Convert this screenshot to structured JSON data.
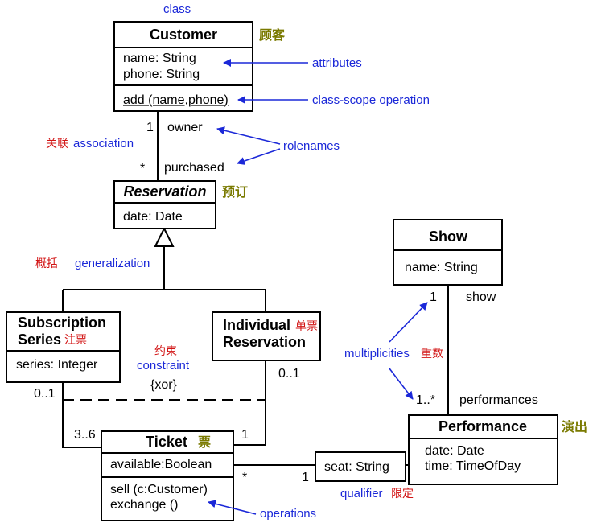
{
  "labels": {
    "class": "class",
    "attributes": "attributes",
    "class_scope_operation": "class-scope operation",
    "rolenames": "rolenames",
    "association": "association",
    "association_cn": "关联",
    "generalization": "generalization",
    "generalization_cn": "概括",
    "constraint": "constraint",
    "constraint_cn": "约束",
    "multiplicities": "multiplicities",
    "multiplicities_cn": "重数",
    "qualifier": "qualifier",
    "qualifier_cn": "限定",
    "operations": "operations"
  },
  "classes": {
    "customer": {
      "name": "Customer",
      "cn": "顾客",
      "attr1": "name: String",
      "attr2": "phone: String",
      "op1": "add (name,phone)"
    },
    "reservation": {
      "name": "Reservation",
      "cn": "预订",
      "attr1": "date: Date"
    },
    "subscription": {
      "name1": "Subscription",
      "name2": "Series",
      "cn": "注票",
      "attr1": "series: Integer"
    },
    "individual": {
      "name1": "Individual",
      "name2": "Reservation",
      "cn": "单票"
    },
    "ticket": {
      "name": "Ticket",
      "cn": "票",
      "attr1": "available:Boolean",
      "op1": "sell (c:Customer)",
      "op2": "exchange ()"
    },
    "show": {
      "name": "Show",
      "attr1": "name: String"
    },
    "performance": {
      "name": "Performance",
      "cn": "演出",
      "attr1": "date: Date",
      "attr2": "time: TimeOfDay"
    }
  },
  "qualifier_box": {
    "text": "seat: String"
  },
  "association_ends": {
    "owner_mult": "1",
    "owner_role": "owner",
    "purchased_mult": "*",
    "purchased_role": "purchased",
    "sub_mult": "0..1",
    "sub_ticket_mult": "3..6",
    "ind_mult": "0..1",
    "ind_ticket_mult": "1",
    "show_mult": "1",
    "show_role": "show",
    "perf_mult": "1..*",
    "perf_role": "performances",
    "ticket_perf_mult": "*",
    "perf_ticket_mult": "1"
  },
  "xor_text": "{xor}",
  "colors": {
    "annotation_blue": "#1b28d8",
    "chinese_red": "#d21414",
    "chinese_olive": "#7a7a00"
  }
}
